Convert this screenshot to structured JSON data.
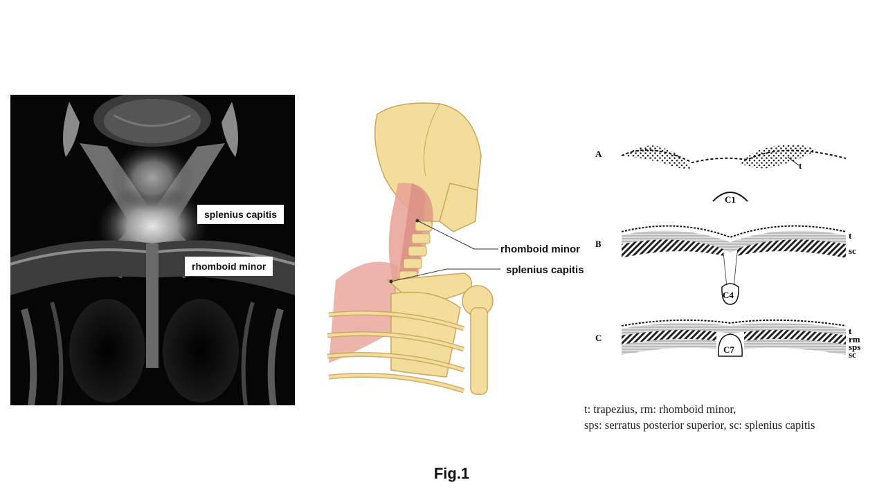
{
  "mri": {
    "labels": {
      "splenius": "splenius capitis",
      "rhomboid": "rhomboid minor"
    }
  },
  "illustration": {
    "labels": {
      "rhomboid": "rhomboid minor",
      "splenius": "splenius capitis"
    }
  },
  "sections": {
    "rows": [
      "A",
      "B",
      "C"
    ],
    "vertebrae": {
      "a": "C1",
      "b": "C4",
      "c": "C7"
    },
    "layer_tags": {
      "a_t": "t",
      "b_t": "t",
      "b_sc": "sc",
      "c_t": "t",
      "c_rm": "rm",
      "c_sps": "sps",
      "c_sc": "sc"
    },
    "legend": {
      "line1": "t: trapezius, rm: rhomboid minor,",
      "line2": "sps: serratus posterior superior, sc: splenius capitis"
    }
  },
  "figure_caption": "Fig.1",
  "colors": {
    "muscle": "#e8a196",
    "bone": "#f3dd9c",
    "bone_outline": "#c9a65a"
  }
}
